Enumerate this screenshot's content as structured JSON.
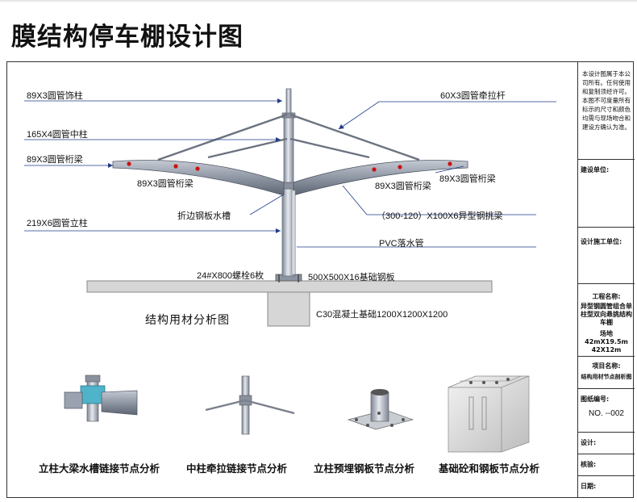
{
  "page": {
    "title": "膜结构停车棚设计图"
  },
  "labels": {
    "deco_column": "89X3圆管饰柱",
    "center_column": "165X4圆管中柱",
    "purlin_left": "89X3圆管桁梁",
    "upright": "219X6圆管立柱",
    "tie_rod": "60X3圆管牵拉杆",
    "purlin_right": "89X3圆管桁梁",
    "purlin_under_left": "89X3圆管桁梁",
    "purlin_under_right": "89X3圆管桁梁",
    "gutter": "折边钢板水槽",
    "cantilever": "（300-120）X100X6异型钢挑梁",
    "drain_pipe": "PVC落水管",
    "bolts": "24#X800螺栓6枚",
    "base_plate": "500X500X16基础钢板",
    "foundation": "C30混凝土基础1200X1200X1200"
  },
  "section_title": "结构用材分析图",
  "details": [
    {
      "caption": "立柱大梁水槽链接节点分析"
    },
    {
      "caption": "中柱牵拉链接节点分析"
    },
    {
      "caption": "立柱预埋钢板节点分析"
    },
    {
      "caption": "基础砼和钢板节点分析"
    }
  ],
  "title_block": {
    "note": "本设计图属于本公司所有。任何使用和复制须经许可。本图不可度量所有标示的尺寸和颜色均需与现场吻合和建设方确认为准。",
    "construction_unit_label": "建设单位:",
    "design_unit_label": "设计施工单位:",
    "project_name_label": "工程名称:",
    "project_name_value": "异型钢圆管组合单柱型双向悬挑结构车棚",
    "site_value": "场地42mX19.5m 42X12m",
    "item_name_label": "项目名称:",
    "item_name_value": "结构用材节点剖析图",
    "drawing_no_label": "图纸编号:",
    "drawing_no_value": "NO. --002",
    "design_label": "设计:",
    "check_label": "核验:",
    "date_label": "日期:"
  },
  "colors": {
    "steel": "#9aa2b0",
    "steel_dark": "#6b7280",
    "ground": "#d4d4d4",
    "pointer": "#1f3a8a",
    "bolt_red": "#cc1111"
  }
}
